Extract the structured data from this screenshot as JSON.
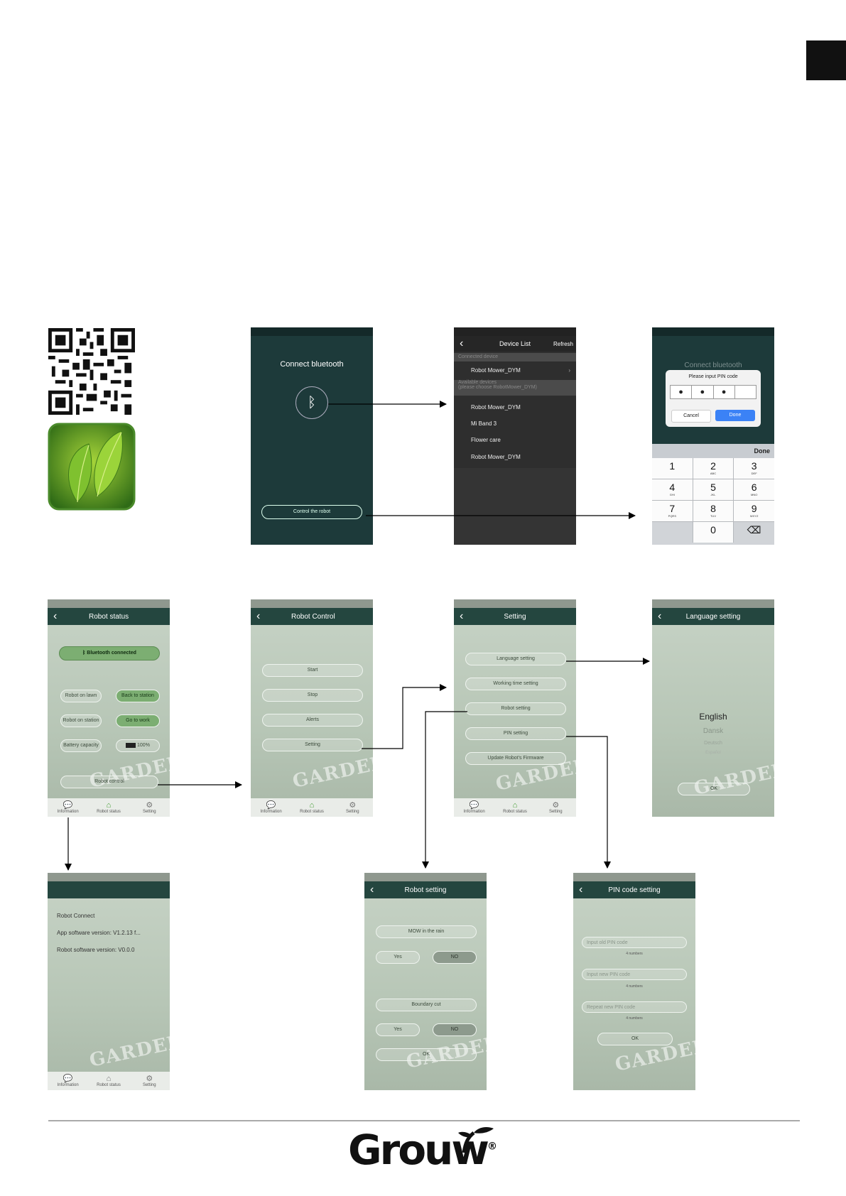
{
  "screens": {
    "connect": {
      "title": "Connect bluetooth",
      "control_button": "Control the robot"
    },
    "device_list": {
      "title": "Device List",
      "refresh": "Refresh",
      "connected_header": "Connected device",
      "connected_device": "Robot Mower_DYM",
      "available_header": "Available devices",
      "available_sub": "(please choose RobotMower_DYM)",
      "devices": [
        "Robot Mower_DYM",
        "Mi Band 3",
        "Flower care",
        "Robot Mower_DYM"
      ]
    },
    "pin": {
      "bg_title": "Connect bluetooth",
      "dialog_title": "Please input PIN code",
      "cancel": "Cancel",
      "done": "Done",
      "keypad_done": "Done",
      "keys": [
        {
          "d": "1",
          "l": ""
        },
        {
          "d": "2",
          "l": "ABC"
        },
        {
          "d": "3",
          "l": "DEF"
        },
        {
          "d": "4",
          "l": "GHI"
        },
        {
          "d": "5",
          "l": "JKL"
        },
        {
          "d": "6",
          "l": "MNO"
        },
        {
          "d": "7",
          "l": "PQRS"
        },
        {
          "d": "8",
          "l": "TUV"
        },
        {
          "d": "9",
          "l": "WXYZ"
        },
        {
          "d": "",
          "l": ""
        },
        {
          "d": "0",
          "l": ""
        },
        {
          "d": "⌫",
          "l": ""
        }
      ]
    },
    "robot_status": {
      "title": "Robot status",
      "bt": "Bluetooth connected",
      "on_lawn": "Robot on lawn",
      "back_station": "Back to station",
      "on_station": "Robot on station",
      "go_work": "Go to work",
      "battery": "Battery capacity",
      "battery_value": "100%",
      "control": "Robot control"
    },
    "robot_control": {
      "title": "Robot Control",
      "items": [
        "Start",
        "Stop",
        "Alerts",
        "Setting"
      ]
    },
    "setting": {
      "title": "Setting",
      "items": [
        "Language setting",
        "Working time setting",
        "Robot setting",
        "PIN setting",
        "Update Robot's Firmware"
      ]
    },
    "language": {
      "title": "Language setting",
      "options": [
        "English",
        "Dansk",
        "Deutsch",
        "Español"
      ],
      "ok": "OK"
    },
    "info": {
      "lines": [
        "Robot Connect",
        "App software version: V1.2.13 f...",
        "Robot software version: V0.0.0"
      ]
    },
    "robot_setting": {
      "title": "Robot setting",
      "mow_rain": "MOW in the rain",
      "boundary": "Boundary cut",
      "yes": "Yes",
      "no": "NO",
      "ok": "OK"
    },
    "pin_setting": {
      "title": "PIN code setting",
      "fields": [
        "Input old PIN code",
        "Input new PIN code",
        "Repeat new PIN code"
      ],
      "hint": "4 numbers",
      "ok": "OK"
    },
    "tabs": {
      "information": "Information",
      "status": "Robot status",
      "setting": "Setting"
    },
    "watermark": "GARDEN"
  },
  "brand": {
    "name": "Grouw",
    "registered": "®"
  },
  "colors": {
    "teal": "#1d3a3a",
    "header": "#24463f",
    "green": "#7cae72",
    "blue": "#3b82f6"
  }
}
